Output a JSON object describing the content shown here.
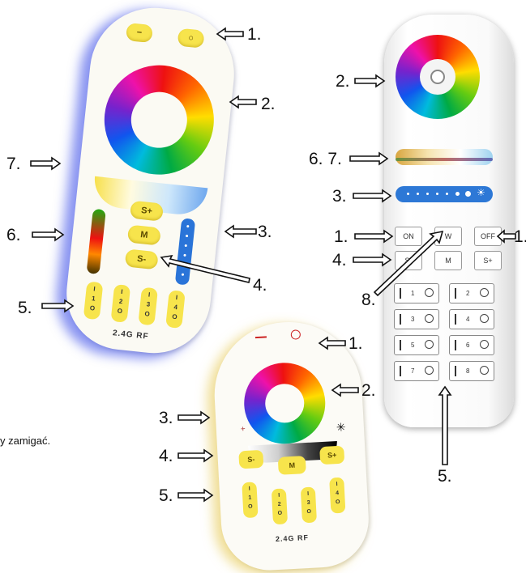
{
  "caption": "y zamigać.",
  "remote_a": {
    "minus_label": "−",
    "power_label": "○",
    "splus_label": "S+",
    "m_label": "M",
    "sminus_label": "S-",
    "zones": [
      "1",
      "2",
      "3",
      "4"
    ],
    "rf_label": "2.4G RF"
  },
  "remote_b": {
    "sminus_label": "S-",
    "m_label": "M",
    "splus_label": "S+",
    "zones": [
      "1",
      "2",
      "3",
      "4"
    ],
    "rf_label": "2.4G RF"
  },
  "remote_c": {
    "on_label": "ON",
    "w_label": "W",
    "off_label": "OFF",
    "sminus_label": "S-",
    "m_label": "M",
    "splus_label": "S+",
    "zones": [
      "1",
      "2",
      "3",
      "4",
      "5",
      "6",
      "7",
      "8"
    ]
  },
  "labels_a": {
    "l1": "1.",
    "l2": "2.",
    "l3": "3.",
    "l4": "4.",
    "l5": "5.",
    "l6": "6.",
    "l7": "7."
  },
  "labels_b": {
    "l1": "1.",
    "l2": "2.",
    "l3": "3.",
    "l4": "4.",
    "l5": "5."
  },
  "labels_c": {
    "l2": "2.",
    "l67": "6. 7.",
    "l3": "3.",
    "l1_left": "1.",
    "l1_right": "1.",
    "l4": "4.",
    "l8": "8.",
    "l5": "5."
  }
}
